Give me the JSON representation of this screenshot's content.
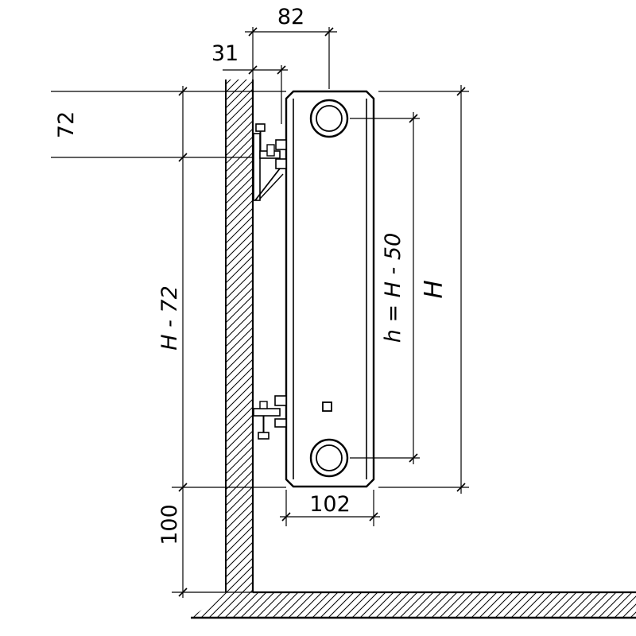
{
  "page": {
    "background": "#ffffff",
    "line_color": "#000000",
    "description": "Technical side-view diagram of a panel radiator mounted on a wall with brackets, showing installation dimensions"
  },
  "diagram": {
    "type": "radiator-mounting-side-view",
    "dimensions": {
      "wall_to_axis": "82",
      "wall_to_fixing": "31",
      "top_to_bracket": "72",
      "bracket_to_bottom": "H - 72",
      "floor_clearance": "100",
      "depth": "102",
      "connection_pitch": "h = H - 50",
      "height": "H"
    }
  }
}
